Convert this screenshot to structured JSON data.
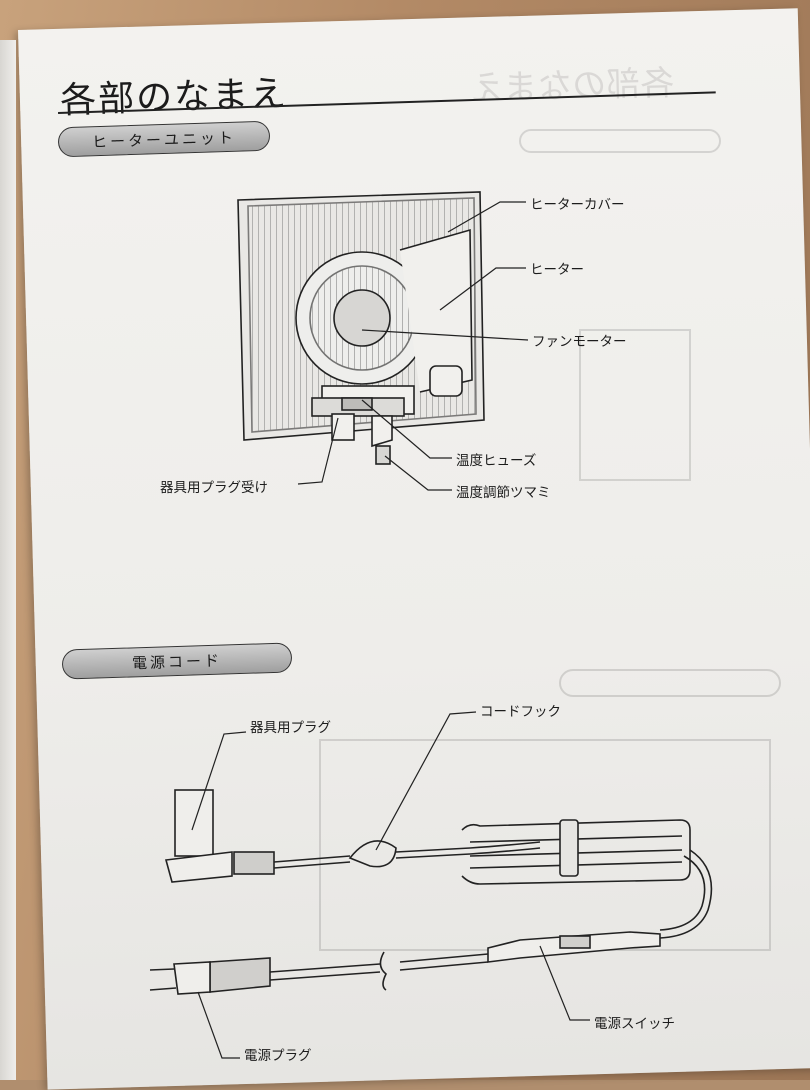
{
  "page": {
    "title": "各部のなまえ"
  },
  "sections": {
    "heater_unit": {
      "heading": "ヒーターユニット",
      "labels": {
        "heater_cover": "ヒーターカバー",
        "heater": "ヒーター",
        "fan_motor": "ファンモーター",
        "thermal_fuse": "温度ヒューズ",
        "temp_knob": "温度調節ツマミ",
        "plug_receptacle": "器具用プラグ受け"
      }
    },
    "power_cord": {
      "heading": "電源コード",
      "labels": {
        "appliance_plug": "器具用プラグ",
        "cord_hook": "コードフック",
        "power_switch": "電源スイッチ",
        "power_plug": "電源プラグ"
      }
    }
  }
}
